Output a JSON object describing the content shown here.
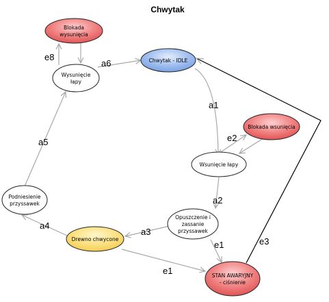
{
  "title": "Chwytak",
  "nodes": {
    "blokada_wysuniecia": {
      "lines": [
        "Blokada",
        "wysunięcia"
      ],
      "fill": "red"
    },
    "wysuniecie_lapy": {
      "lines": [
        "Wysunięcie",
        "łapy"
      ],
      "fill": "white"
    },
    "chwytak_idle": {
      "lines": [
        "Chwytak - IDLE"
      ],
      "fill": "blue"
    },
    "blokada_wsuniecia": {
      "lines": [
        "Blokada wsunięcia"
      ],
      "fill": "red"
    },
    "wsuniecie_lapy": {
      "lines": [
        "Wsunięcie łapy"
      ],
      "fill": "white"
    },
    "opuszczenie": {
      "lines": [
        "Opuszczenie i",
        "zassanie",
        "przyssawek"
      ],
      "fill": "white"
    },
    "podniesienie": {
      "lines": [
        "Podniesienie",
        "przyssawek"
      ],
      "fill": "white"
    },
    "drewno_chwycone": {
      "lines": [
        "Drewno chwycone"
      ],
      "fill": "yellow"
    },
    "stan_awaryjny": {
      "lines": [
        "STAN AWARYJNY",
        "- ciśnienie"
      ],
      "fill": "red"
    }
  },
  "edges": [
    {
      "id": "e8",
      "label": "e8"
    },
    {
      "id": "a6",
      "label": "a6"
    },
    {
      "id": "a1",
      "label": "a1"
    },
    {
      "id": "e2",
      "label": "e2"
    },
    {
      "id": "a2",
      "label": "a2"
    },
    {
      "id": "a5",
      "label": "a5"
    },
    {
      "id": "a4",
      "label": "a4"
    },
    {
      "id": "a3",
      "label": "a3"
    },
    {
      "id": "e1a",
      "label": "e1"
    },
    {
      "id": "e1b",
      "label": "e1"
    },
    {
      "id": "e3",
      "label": "e3"
    }
  ]
}
